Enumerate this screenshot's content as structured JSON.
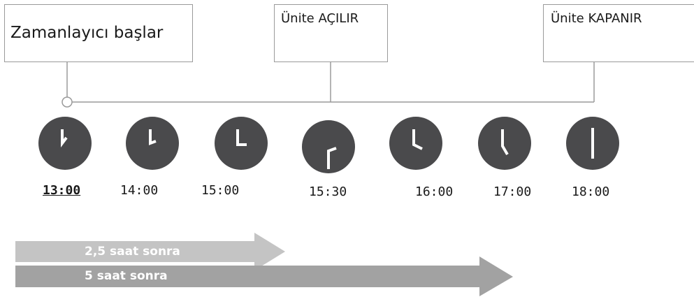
{
  "boxes": {
    "start": "Zamanlayıcı başlar",
    "on": "Ünite AÇILIR",
    "off": "Ünite KAPANIR"
  },
  "times": [
    "13:00",
    "14:00",
    "15:00",
    "15:30",
    "16:00",
    "17:00",
    "18:00"
  ],
  "arrows": {
    "short": "2,5 saat sonra",
    "long": "5 saat sonra"
  },
  "colors": {
    "clock_face": "#4a4a4c",
    "clock_hands": "#ffffff",
    "arrow_light": "#c4c4c4",
    "arrow_dark": "#a2a2a2",
    "line": "#9a9a9a"
  }
}
